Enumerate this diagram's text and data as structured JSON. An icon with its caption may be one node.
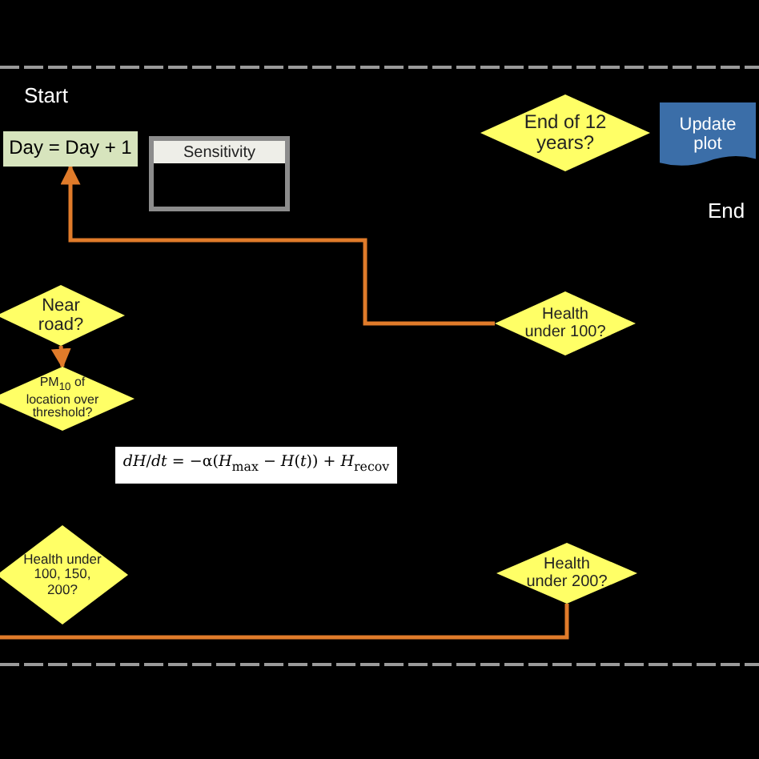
{
  "diagram": {
    "nodes": [
      {
        "text": [
          "Day = Day + 1"
        ]
      },
      {
        "text": [
          "Sensitivity"
        ]
      },
      {
        "text": [
          "End of 12 years?"
        ]
      },
      {
        "text": [
          "Update plot"
        ]
      },
      {
        "text": [
          "Near road?"
        ]
      },
      {
        "text": [
          "PM$_{10}$ of location over threshold?"
        ]
      },
      {
        "text": [
          "Health under 100?"
        ]
      },
      {
        "text": [
          "*dH*/*dt* = −α(*H*$_{max}$ − *H*(*t*)) + *H*$_{recov}$"
        ]
      },
      {
        "text": [
          "Health under 100, 150, 200?"
        ]
      },
      {
        "text": [
          "Health under 200?"
        ]
      }
    ],
    "edges": [
      {
        "from": 6,
        "to": 0,
        "arrow": "to"
      },
      {
        "from": 4,
        "to": 5,
        "arrow": "to"
      },
      {
        "from": 9,
        "to": null,
        "arrow": "none"
      }
    ],
    "labels": [
      "Start",
      "End"
    ]
  }
}
